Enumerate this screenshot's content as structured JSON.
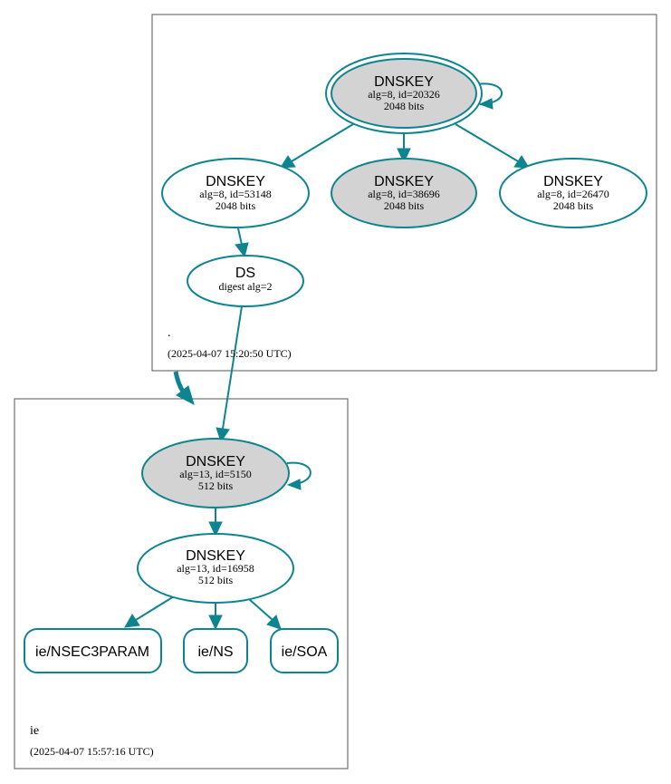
{
  "colors": {
    "accent": "#0e8491",
    "node_grey": "#d3d3d3",
    "box_border": "#555555"
  },
  "zones": {
    "root": {
      "name": ".",
      "timestamp": "(2025-04-07 15:20:50 UTC)",
      "nodes": {
        "ksk": {
          "type": "DNSKEY",
          "line1": "alg=8, id=20326",
          "line2": "2048 bits"
        },
        "zsk1": {
          "type": "DNSKEY",
          "line1": "alg=8, id=53148",
          "line2": "2048 bits"
        },
        "zsk2": {
          "type": "DNSKEY",
          "line1": "alg=8, id=38696",
          "line2": "2048 bits"
        },
        "zsk3": {
          "type": "DNSKEY",
          "line1": "alg=8, id=26470",
          "line2": "2048 bits"
        },
        "ds": {
          "type": "DS",
          "line1": "digest alg=2"
        }
      }
    },
    "ie": {
      "name": "ie",
      "timestamp": "(2025-04-07 15:57:16 UTC)",
      "nodes": {
        "ksk": {
          "type": "DNSKEY",
          "line1": "alg=13, id=5150",
          "line2": "512 bits"
        },
        "zsk": {
          "type": "DNSKEY",
          "line1": "alg=13, id=16958",
          "line2": "512 bits"
        },
        "nsec3param": {
          "label": "ie/NSEC3PARAM"
        },
        "ns": {
          "label": "ie/NS"
        },
        "soa": {
          "label": "ie/SOA"
        }
      }
    }
  }
}
